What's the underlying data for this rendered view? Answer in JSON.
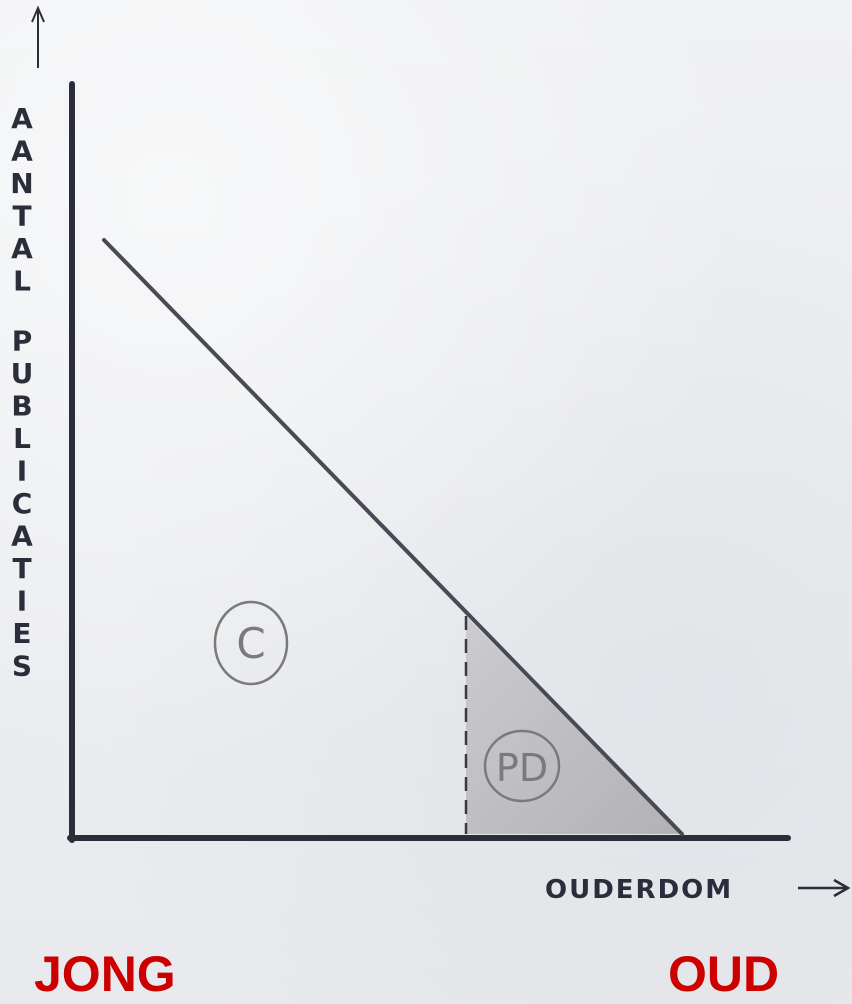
{
  "diagram": {
    "y_axis_label": "AANTAL PUBLICATIES",
    "x_axis_label": "OUDERDOM",
    "region_c_label": "C",
    "region_pd_label": "PD",
    "shade_color": "#b8b8bc",
    "ink_color": "#2b2d3a"
  },
  "bottom_labels": {
    "left": "JONG",
    "right": "OUD",
    "color": "#cc0000"
  }
}
